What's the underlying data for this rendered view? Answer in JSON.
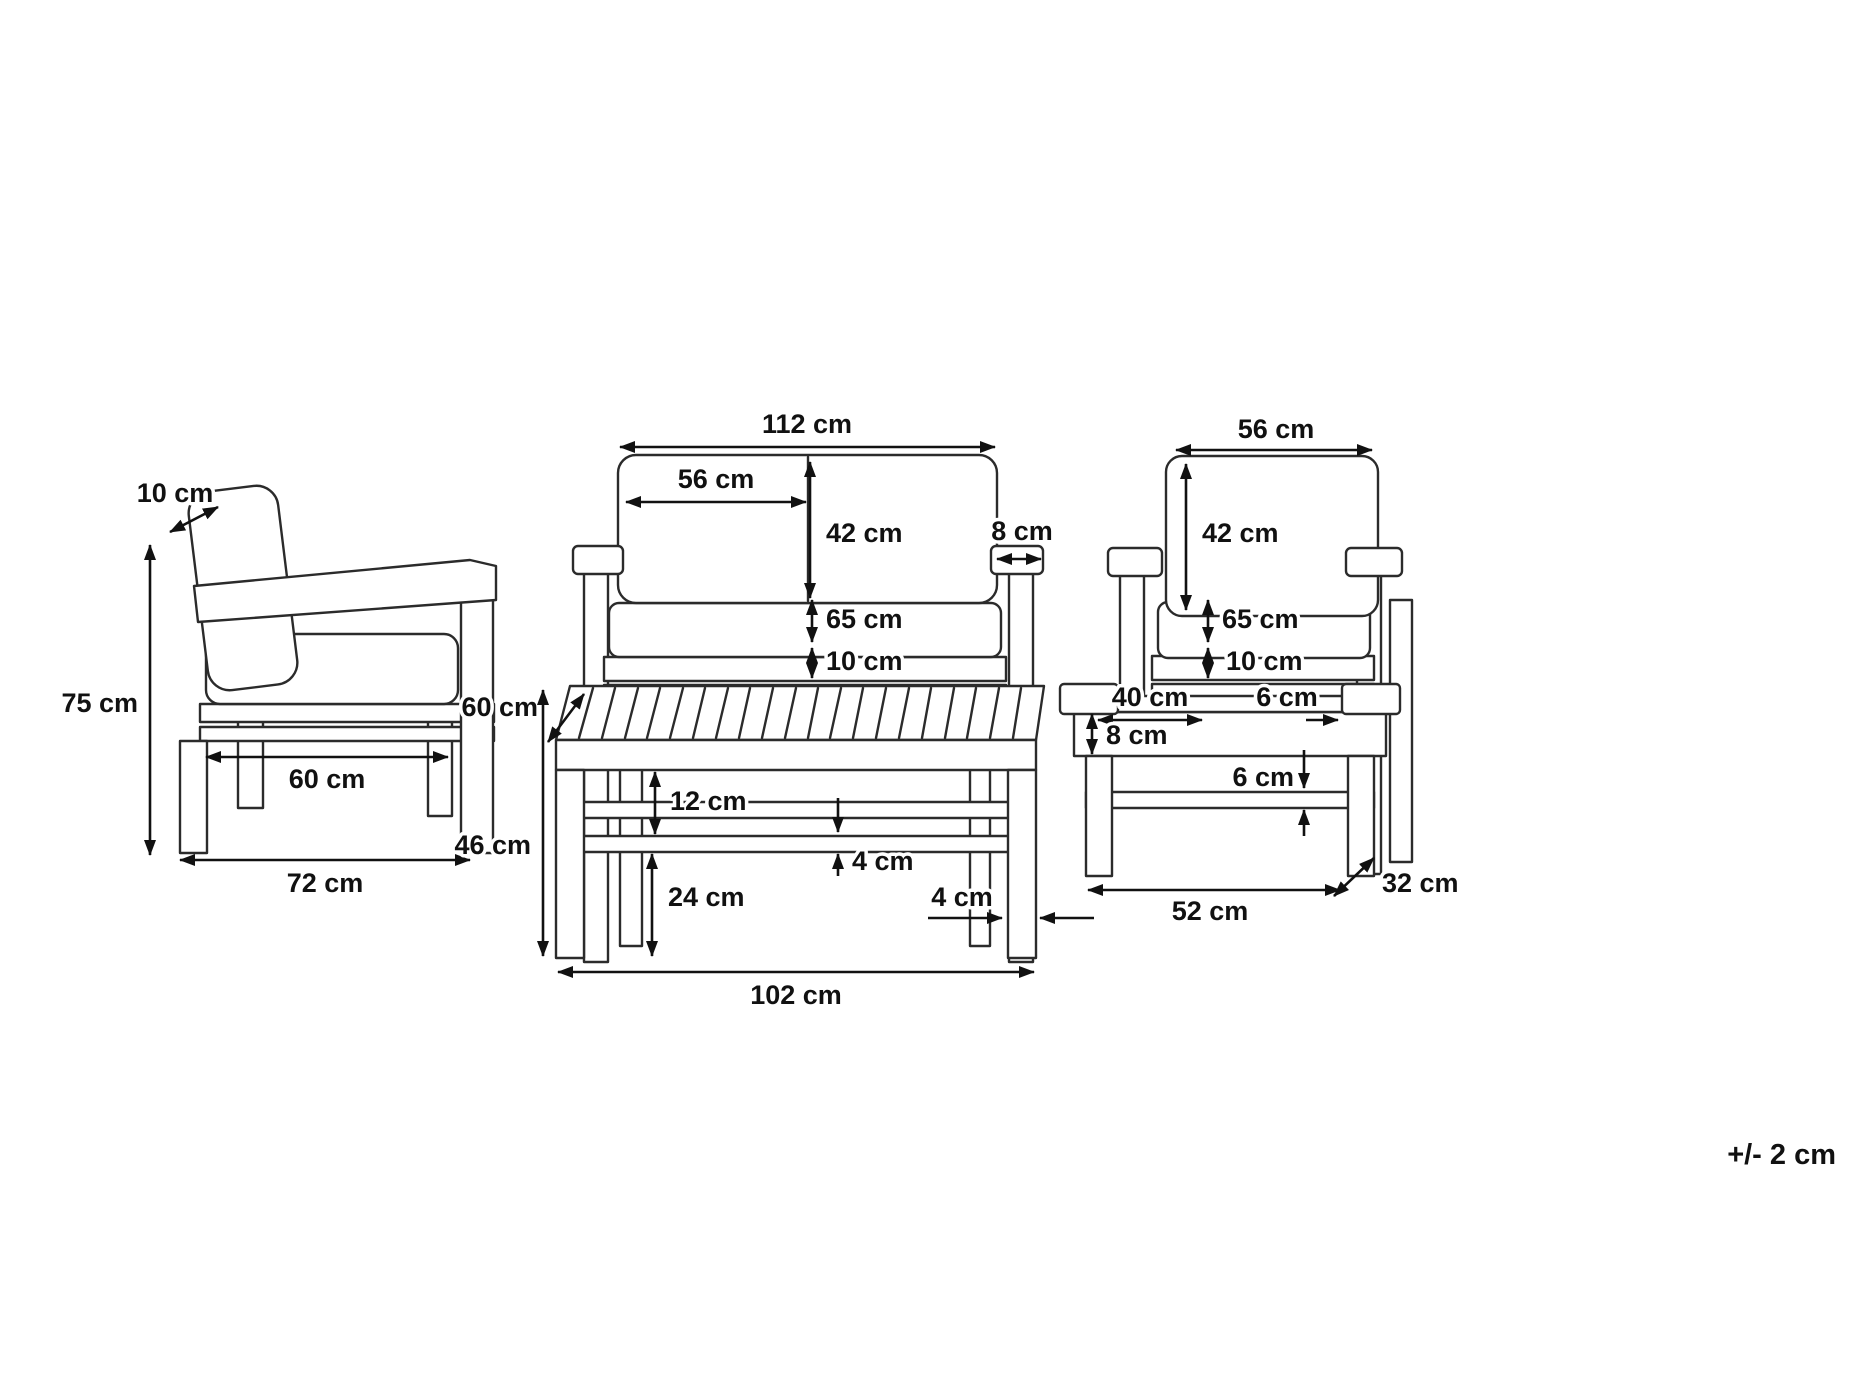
{
  "tolerance": "+/- 2 cm",
  "side_chair": {
    "cushion_thickness": "10 cm",
    "height": "75 cm",
    "seat_depth": "60 cm",
    "depth": "72 cm"
  },
  "bench": {
    "width": "112 cm",
    "cushion_width": "56 cm",
    "backrest_height": "42 cm",
    "armrest_width": "8 cm",
    "armrest_height": "65 cm",
    "seat_thickness": "10 cm"
  },
  "table": {
    "depth": "60 cm",
    "height": "46 cm",
    "shelf_gap": "12 cm",
    "shelf_thickness": "4 cm",
    "leg_height": "24 cm",
    "leg_width": "4 cm",
    "width": "102 cm"
  },
  "armchair": {
    "width": "56 cm",
    "backrest_height": "42 cm",
    "armrest_height": "65 cm",
    "seat_thickness": "10 cm"
  },
  "ottoman": {
    "inner_width": "40 cm",
    "side_width": "6 cm",
    "top_thickness": "8 cm",
    "rail_thickness": "6 cm",
    "depth": "32 cm",
    "width": "52 cm"
  }
}
